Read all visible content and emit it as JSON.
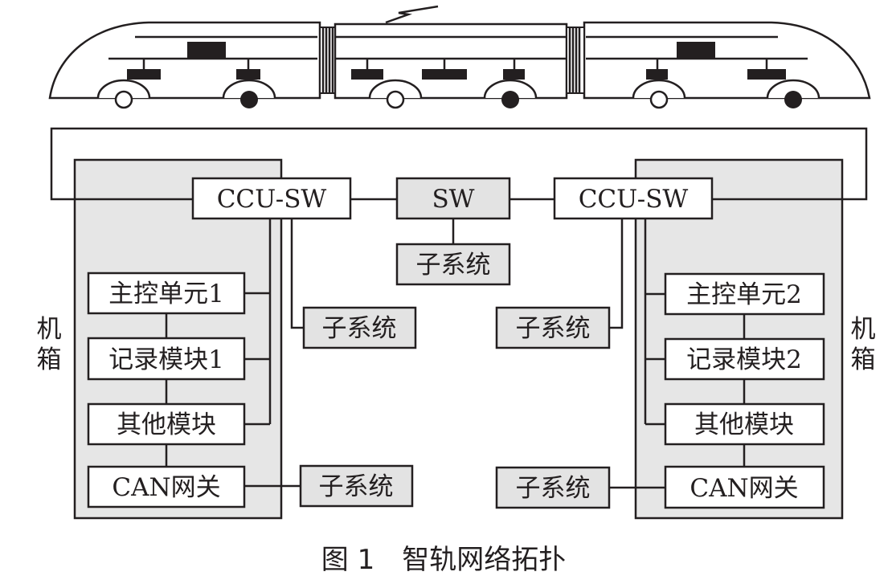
{
  "caption": "图 1　智轨网络拓扑",
  "nodes": {
    "ccu_sw_left": "CCU-SW",
    "sw": "SW",
    "ccu_sw_right": "CCU-SW",
    "subsystem_center": "子系统",
    "subsystem_left_upper": "子系统",
    "subsystem_right_upper": "子系统",
    "subsystem_left_lower": "子系统",
    "subsystem_right_lower": "子系统"
  },
  "cabinet_left": {
    "label": "机箱",
    "modules": [
      "主控单元1",
      "记录模块1",
      "其他模块",
      "CAN网关"
    ]
  },
  "cabinet_right": {
    "label": "机箱",
    "modules": [
      "主控单元2",
      "记录模块2",
      "其他模块",
      "CAN网关"
    ]
  }
}
